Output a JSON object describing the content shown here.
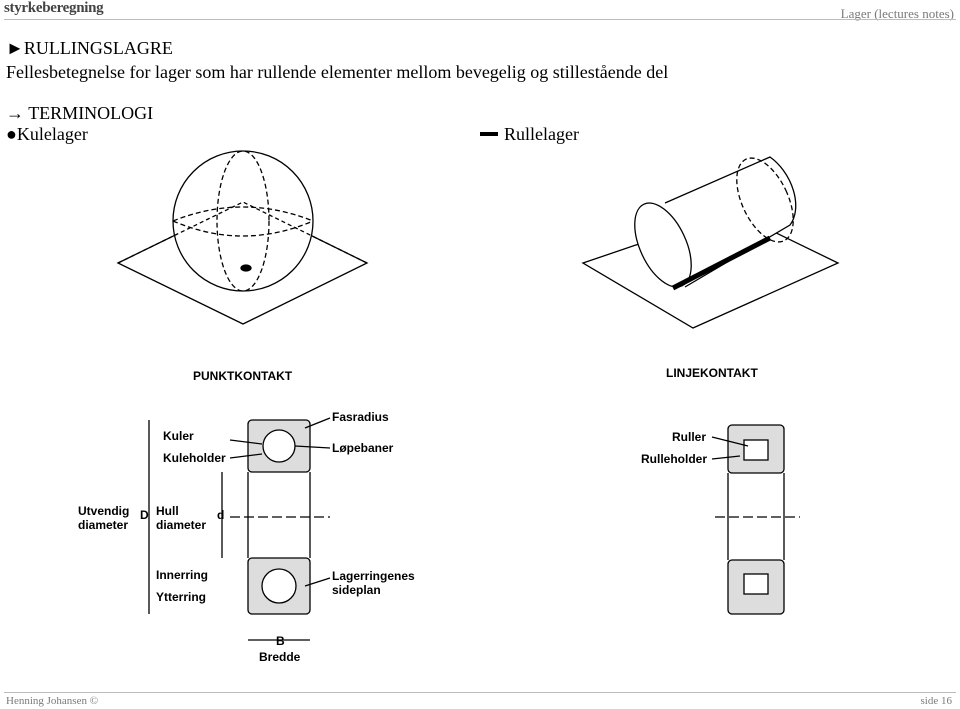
{
  "header": {
    "logo_text": "styrkeberegning",
    "right_text": "Lager (lectures notes)"
  },
  "title": {
    "marker": "►",
    "text": "RULLINGSLAGRE"
  },
  "subtitle": "Fellesbetegnelse for lager som har rullende elementer mellom bevegelig og stillestående del",
  "terminology": {
    "arrow": "→",
    "text": "TERMINOLOGI"
  },
  "kulelager": {
    "marker": "●",
    "text": "Kulelager"
  },
  "rullelager": {
    "text": "Rullelager"
  },
  "figures": {
    "punktkontakt": "PUNKTKONTAKT",
    "linjekontakt": "LINJEKONTAKT"
  },
  "ball_bearing_labels": {
    "kuler": "Kuler",
    "kuleholder": "Kuleholder",
    "fasradius": "Fasradius",
    "lopebaner": "Løpebaner",
    "utvendig_1": "Utvendig",
    "utvendig_2": "diameter",
    "D": "D",
    "hull_1": "Hull",
    "hull_2": "diameter",
    "d": "d",
    "innerring": "Innerring",
    "ytterring": "Ytterring",
    "lagerringenes_1": "Lagerringenes",
    "lagerringenes_2": "sideplan",
    "B": "B",
    "bredde": "Bredde"
  },
  "roller_bearing_labels": {
    "ruller": "Ruller",
    "rulleholder": "Rulleholder"
  },
  "footer": {
    "left": "Henning Johansen ©",
    "right": "side 16"
  }
}
